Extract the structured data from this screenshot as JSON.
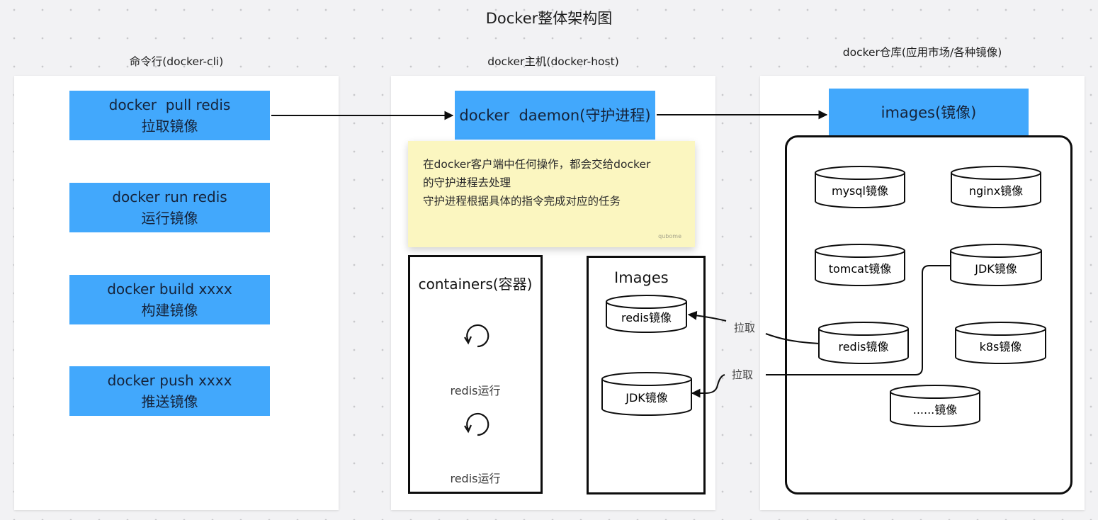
{
  "title": "Docker整体架构图",
  "columns": {
    "cli": {
      "label": "命令行(docker-cli)",
      "commands": [
        {
          "command": "docker  pull redis",
          "desc": "拉取镜像"
        },
        {
          "command": "docker run redis",
          "desc": "运行镜像"
        },
        {
          "command": "docker build xxxx",
          "desc": "构建镜像"
        },
        {
          "command": "docker push xxxx",
          "desc": "推送镜像"
        }
      ]
    },
    "host": {
      "label": "docker主机(docker-host)",
      "daemon": "docker  daemon(守护进程)",
      "note": {
        "lines": [
          "在docker客户端中任何操作，都会交给docker",
          "的守护进程去处理",
          "守护进程根据具体的指令完成对应的任务"
        ],
        "signature": "qubome"
      },
      "containers": {
        "title": "containers(容器)",
        "items": [
          {
            "icon": "refresh-icon",
            "label": "redis运行"
          },
          {
            "icon": "refresh-icon",
            "label": "redis运行"
          }
        ]
      },
      "images": {
        "title": "Images",
        "items": [
          "redis镜像",
          "JDK镜像"
        ]
      }
    },
    "registry": {
      "label": "docker仓库(应用市场/各种镜像)",
      "header": "images(镜像)",
      "images": [
        "mysql镜像",
        "nginx镜像",
        "tomcat镜像",
        "JDK镜像",
        "redis镜像",
        "k8s镜像",
        "......镜像"
      ]
    }
  },
  "connectors": {
    "pull_labels": [
      "拉取",
      "拉取"
    ]
  },
  "colors": {
    "accent_blue": "#42a8fc",
    "note_yellow": "#fbf6c0",
    "canvas_bg": "#f2f2f4"
  }
}
